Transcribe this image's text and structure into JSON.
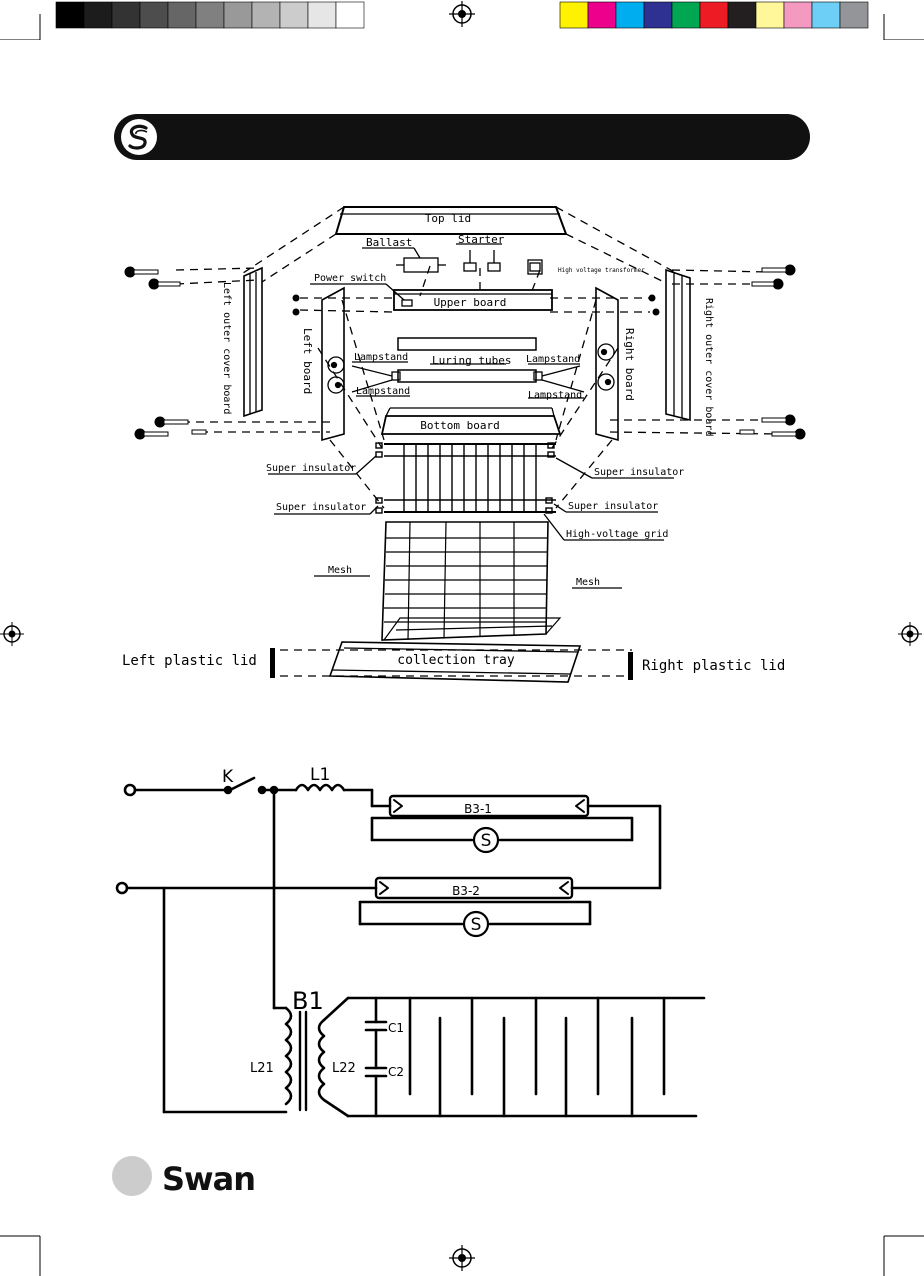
{
  "colors": {
    "accent": "#111111",
    "gray_swatches": [
      "#000000",
      "#1c1c1c",
      "#333333",
      "#4d4d4d",
      "#666666",
      "#808080",
      "#999999",
      "#b3b3b3",
      "#cccccc",
      "#e6e6e6",
      "#ffffff"
    ],
    "color_swatches": [
      "#fff200",
      "#ec008c",
      "#00aeef",
      "#2e3192",
      "#00a651",
      "#ed1c24",
      "#231f20",
      "#fff799",
      "#f49ac1",
      "#6dcff6",
      "#939598"
    ]
  },
  "header": {
    "logo_icon": "swan-s-logo-icon"
  },
  "exploded": {
    "top_lid": "Top lid",
    "ballast": "Ballast",
    "starter": "Starter",
    "hv_transformer": "High voltage transformer",
    "power_switch": "Power switch",
    "upper_board": "Upper board",
    "left_outer": "Left outer cover board",
    "left_board": "Left board",
    "right_board": "Right board",
    "right_outer": "Right outer cover board",
    "lampstand_ul": "Lampstand",
    "lampstand_ll": "Lampstand",
    "lampstand_ur": "Lampstand",
    "lampstand_lr": "Lampstand",
    "luring_tubes": "Luring tubes",
    "bottom_board": "Bottom board",
    "insulator_1": "Super insulator",
    "insulator_2": "Super insulator",
    "insulator_3": "Super insulator",
    "insulator_4": "Super insulator",
    "hv_grid": "High-voltage grid",
    "mesh_left": "Mesh",
    "mesh_right": "Mesh",
    "left_lid": "Left plastic lid",
    "tray": "collection tray",
    "right_lid": "Right plastic lid"
  },
  "circuit": {
    "k": "K",
    "l1": "L1",
    "b31": "B3-1",
    "b32": "B3-2",
    "s1": "S",
    "s2": "S",
    "b1": "B1",
    "c1": "C1",
    "c2": "C2",
    "l21": "L21",
    "l22": "L22"
  },
  "footer": {
    "brand": "Swan"
  }
}
